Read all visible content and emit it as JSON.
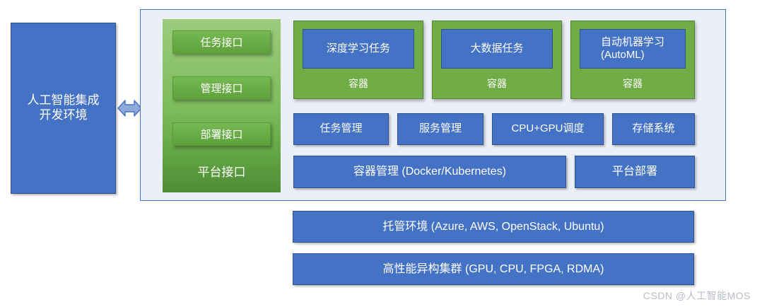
{
  "diagram": {
    "ide": {
      "label": "人工智能集成\n开发环境",
      "line1": "人工智能集成",
      "line2": "开发环境"
    },
    "connector": {
      "icon_name": "double-arrow-icon",
      "fill": "#8FA9DB",
      "stroke": "#4472C4"
    },
    "interface_column": {
      "buttons": [
        {
          "label": "任务接口"
        },
        {
          "label": "管理接口"
        },
        {
          "label": "部署接口"
        }
      ],
      "platform_label": "平台接口",
      "gradient_top": "#9CCB7C",
      "gradient_bottom": "#4F8C36"
    },
    "containers": [
      {
        "task": "深度学习任务",
        "task_line2": "",
        "caption": "容器"
      },
      {
        "task": "大数据任务",
        "task_line2": "",
        "caption": "容器"
      },
      {
        "task": "自动机器学习",
        "task_line2": "(AutoML)",
        "caption": "容器"
      }
    ],
    "services": [
      {
        "label": "任务管理"
      },
      {
        "label": "服务管理"
      },
      {
        "label": "CPU+GPU调度"
      },
      {
        "label": "存储系统"
      }
    ],
    "management": [
      {
        "label": "容器管理 (Docker/Kubernetes)"
      },
      {
        "label": "平台部署"
      }
    ],
    "infrastructure": [
      {
        "label": "托管环境 (Azure, AWS, OpenStack, Ubuntu)"
      },
      {
        "label": "高性能异构集群 (GPU, CPU, FPGA, RDMA)"
      }
    ],
    "colors": {
      "blue": "#4472C4",
      "blue_border": "#2F528F",
      "green": "#70AD47",
      "green_border": "#548235",
      "panel_bg": "#EBEFF7",
      "panel_border": "#4472C4"
    },
    "watermark": "CSDN @人工智能MOS"
  }
}
